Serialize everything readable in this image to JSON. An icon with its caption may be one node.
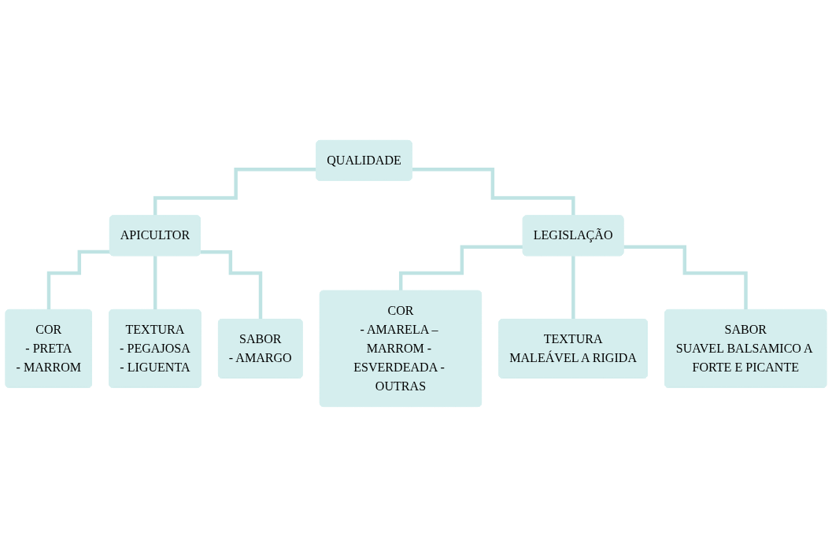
{
  "diagram": {
    "nodes": [
      {
        "text": [
          "QUALIDADE"
        ]
      },
      {
        "text": [
          "APICULTOR"
        ]
      },
      {
        "text": [
          "LEGISLAÇÃO"
        ]
      },
      {
        "text": [
          "COR",
          "- PRETA",
          "- MARROM"
        ]
      },
      {
        "text": [
          "TEXTURA",
          "- PEGAJOSA",
          "- LIGUENTA"
        ]
      },
      {
        "text": [
          "SABOR",
          "- AMARGO"
        ]
      },
      {
        "text": [
          "COR",
          "- AMARELA – MARROM - ESVERDEADA - OUTRAS"
        ]
      },
      {
        "text": [
          "TEXTURA",
          "MALEÁVEL A RIGIDA"
        ]
      },
      {
        "text": [
          "SABOR",
          "SUAVEL BALSAMICO A FORTE E PICANTE"
        ]
      }
    ],
    "edges": [
      {
        "from": 0,
        "to": 1,
        "arrow": "none"
      },
      {
        "from": 0,
        "to": 2,
        "arrow": "none"
      },
      {
        "from": 1,
        "to": 3,
        "arrow": "none"
      },
      {
        "from": 1,
        "to": 4,
        "arrow": "none"
      },
      {
        "from": 1,
        "to": 5,
        "arrow": "none"
      },
      {
        "from": 2,
        "to": 6,
        "arrow": "none"
      },
      {
        "from": 2,
        "to": 7,
        "arrow": "none"
      },
      {
        "from": 2,
        "to": 8,
        "arrow": "none"
      }
    ]
  }
}
